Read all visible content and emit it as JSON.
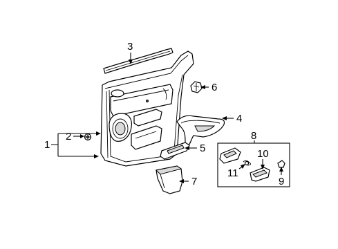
{
  "callouts": {
    "c1": "1",
    "c2": "2",
    "c3": "3",
    "c4": "4",
    "c5": "5",
    "c6": "6",
    "c7": "7",
    "c8": "8",
    "c9": "9",
    "c10": "10",
    "c11": "11"
  },
  "parts": [
    {
      "callout": "1",
      "part": "door-trim-panel"
    },
    {
      "callout": "2",
      "part": "clip"
    },
    {
      "callout": "3",
      "part": "weatherstrip"
    },
    {
      "callout": "4",
      "part": "pull-handle"
    },
    {
      "callout": "5",
      "part": "switch-bezel"
    },
    {
      "callout": "6",
      "part": "clip"
    },
    {
      "callout": "7",
      "part": "storage-pocket"
    },
    {
      "callout": "8",
      "part": "inside-handle-assembly"
    },
    {
      "callout": "9",
      "part": "clip"
    },
    {
      "callout": "10",
      "part": "handle-bezel"
    },
    {
      "callout": "11",
      "part": "spring"
    }
  ]
}
